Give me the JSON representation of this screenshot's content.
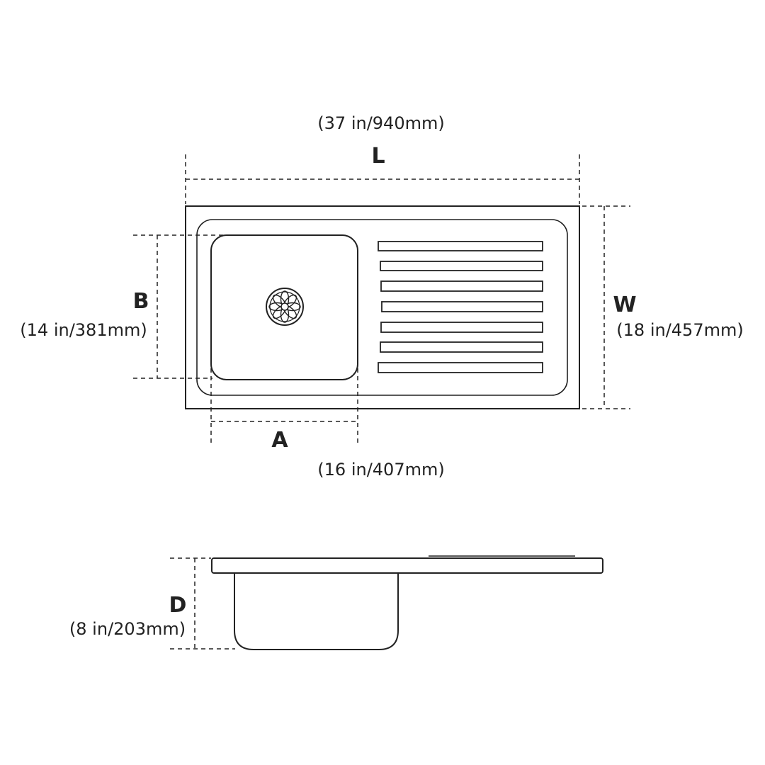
{
  "dimensions": {
    "length": {
      "letter": "L",
      "value": "(37 in/940mm)"
    },
    "width": {
      "letter": "W",
      "value": "(18 in/457mm)"
    },
    "bowl_depth_b": {
      "letter": "B",
      "value": "(14 in/381mm)"
    },
    "bowl_width_a": {
      "letter": "A",
      "value": "(16 in/407mm)"
    },
    "depth": {
      "letter": "D",
      "value": "(8 in/203mm)"
    }
  },
  "icons": {
    "drain": "drain-strainer-icon"
  },
  "colors": {
    "line": "#222222",
    "background": "#ffffff"
  }
}
